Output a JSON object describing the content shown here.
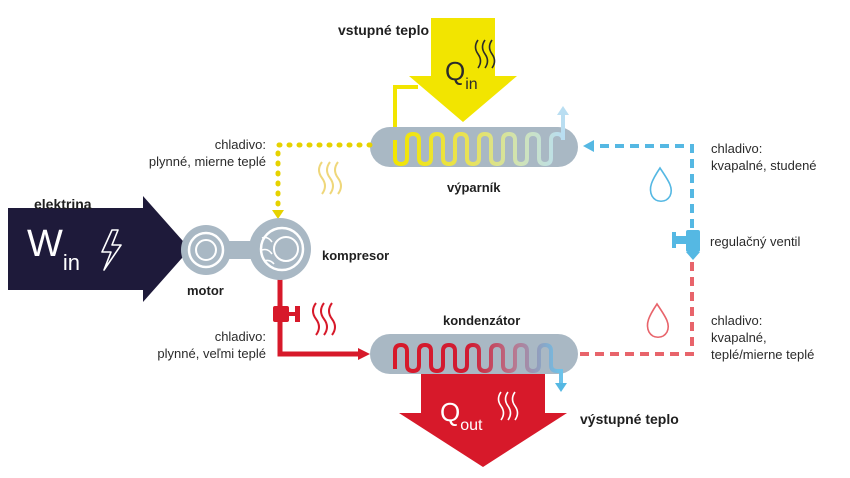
{
  "labels": {
    "input_heat": "vstupné teplo",
    "output_heat": "výstupné teplo",
    "electricity": "elektrina",
    "evaporator": "výparník",
    "condenser": "kondenzátor",
    "compressor": "kompresor",
    "motor": "motor",
    "valve": "regulačný ventil",
    "refrigerant_top_left_1": "chladivo:",
    "refrigerant_top_left_2": "plynné, mierne teplé",
    "refrigerant_bottom_left_1": "chladivo:",
    "refrigerant_bottom_left_2": "plynné, veľmi teplé",
    "refrigerant_top_right_1": "chladivo:",
    "refrigerant_top_right_2": "kvapalné, studené",
    "refrigerant_bottom_right_1": "chladivo:",
    "refrigerant_bottom_right_2": "kvapalné,",
    "refrigerant_bottom_right_3": "teplé/mierne teplé"
  },
  "symbols": {
    "w_main": "W",
    "w_sub": "in",
    "q_in_main": "Q",
    "q_in_sub": "in",
    "q_out_main": "Q",
    "q_out_sub": "out"
  },
  "colors": {
    "yellow": "#f2e500",
    "yellow_dotted": "#e6d200",
    "red": "#d7192a",
    "red_light": "#e8646b",
    "blue": "#55b8e3",
    "navy": "#1e1a3a",
    "gray": "#a9b8c4"
  },
  "icons": [
    "lightning-icon",
    "heat-waves-icon",
    "droplet-icon",
    "valve-icon",
    "motor-icon",
    "compressor-icon"
  ]
}
